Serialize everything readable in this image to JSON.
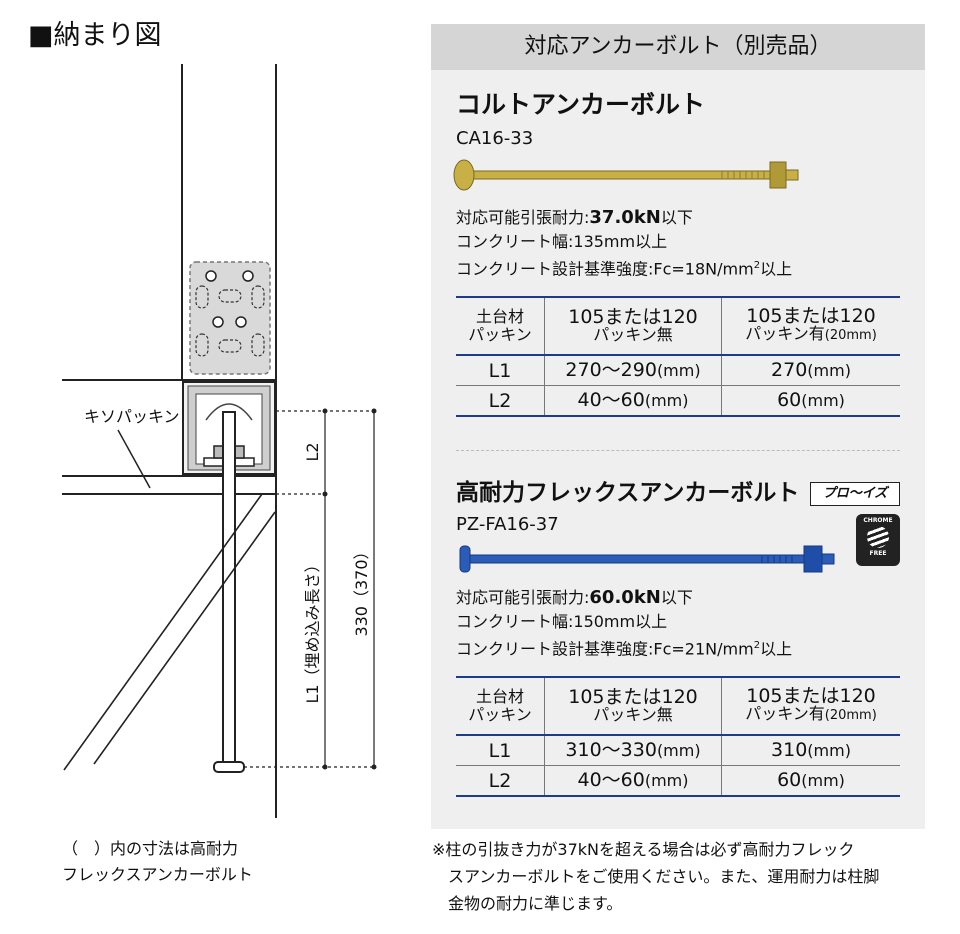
{
  "left": {
    "title": "■納まり図",
    "label_packing": "キソパッキン",
    "dim_l2": "L2",
    "dim_l1": "L1（埋め込み長さ）",
    "dim_total": "330（370）",
    "note_line1": "（　）内の寸法は高耐力",
    "note_line2": "フレックスアンカーボルト"
  },
  "panel": {
    "header": "対応アンカーボルト（別売品）",
    "products": [
      {
        "name": "コルトアンカーボルト",
        "code": "CA16-33",
        "strength_prefix": "対応可能引張耐力:",
        "strength_value": "37.0kN",
        "strength_suffix": "以下",
        "width": "コンクリート幅:135mm以上",
        "design_prefix": "コンクリート設計基準強度:Fc=18N/mm",
        "design_sup": "2",
        "design_suffix": "以上",
        "bolt_color": "#c8b046",
        "table": {
          "h1a": "土台材",
          "h1b": "パッキン",
          "h2a": "105または120",
          "h2b": "パッキン無",
          "h3a": "105または120",
          "h3b": "パッキン有",
          "h3c": "(20mm)",
          "r1": {
            "label": "L1",
            "v1": "270〜290",
            "u1": "(mm)",
            "v2": "270",
            "u2": "(mm)"
          },
          "r2": {
            "label": "L2",
            "v1": "40〜60",
            "u1": "(mm)",
            "v2": "60",
            "u2": "(mm)"
          }
        }
      },
      {
        "name": "高耐力フレックスアンカーボルト",
        "code": "PZ-FA16-37",
        "strength_prefix": "対応可能引張耐力:",
        "strength_value": "60.0kN",
        "strength_suffix": "以下",
        "width": "コンクリート幅:150mm以上",
        "design_prefix": "コンクリート設計基準強度:Fc=21N/mm",
        "design_sup": "2",
        "design_suffix": "以上",
        "bolt_color": "#2a5cb8",
        "table": {
          "h1a": "土台材",
          "h1b": "パッキン",
          "h2a": "105または120",
          "h2b": "パッキン無",
          "h3a": "105または120",
          "h3b": "パッキン有",
          "h3c": "(20mm)",
          "r1": {
            "label": "L1",
            "v1": "310〜330",
            "u1": "(mm)",
            "v2": "310",
            "u2": "(mm)"
          },
          "r2": {
            "label": "L2",
            "v1": "40〜60",
            "u1": "(mm)",
            "v2": "60",
            "u2": "(mm)"
          }
        }
      }
    ],
    "badge_pro": "プロ〜イズ",
    "badge_chrome_top": "CHROME",
    "badge_chrome_bottom": "FREE"
  },
  "footnote": {
    "line1": "※柱の引抜き力が37kNを超える場合は必ず高耐力フレック",
    "line2": "スアンカーボルトをご使用ください。また、運用耐力は柱脚",
    "line3": "金物の耐力に準じます。"
  },
  "colors": {
    "table_rule": "#1d3b8a",
    "panel_bg": "#efefef",
    "panel_header_bg": "#d5d5d5"
  }
}
